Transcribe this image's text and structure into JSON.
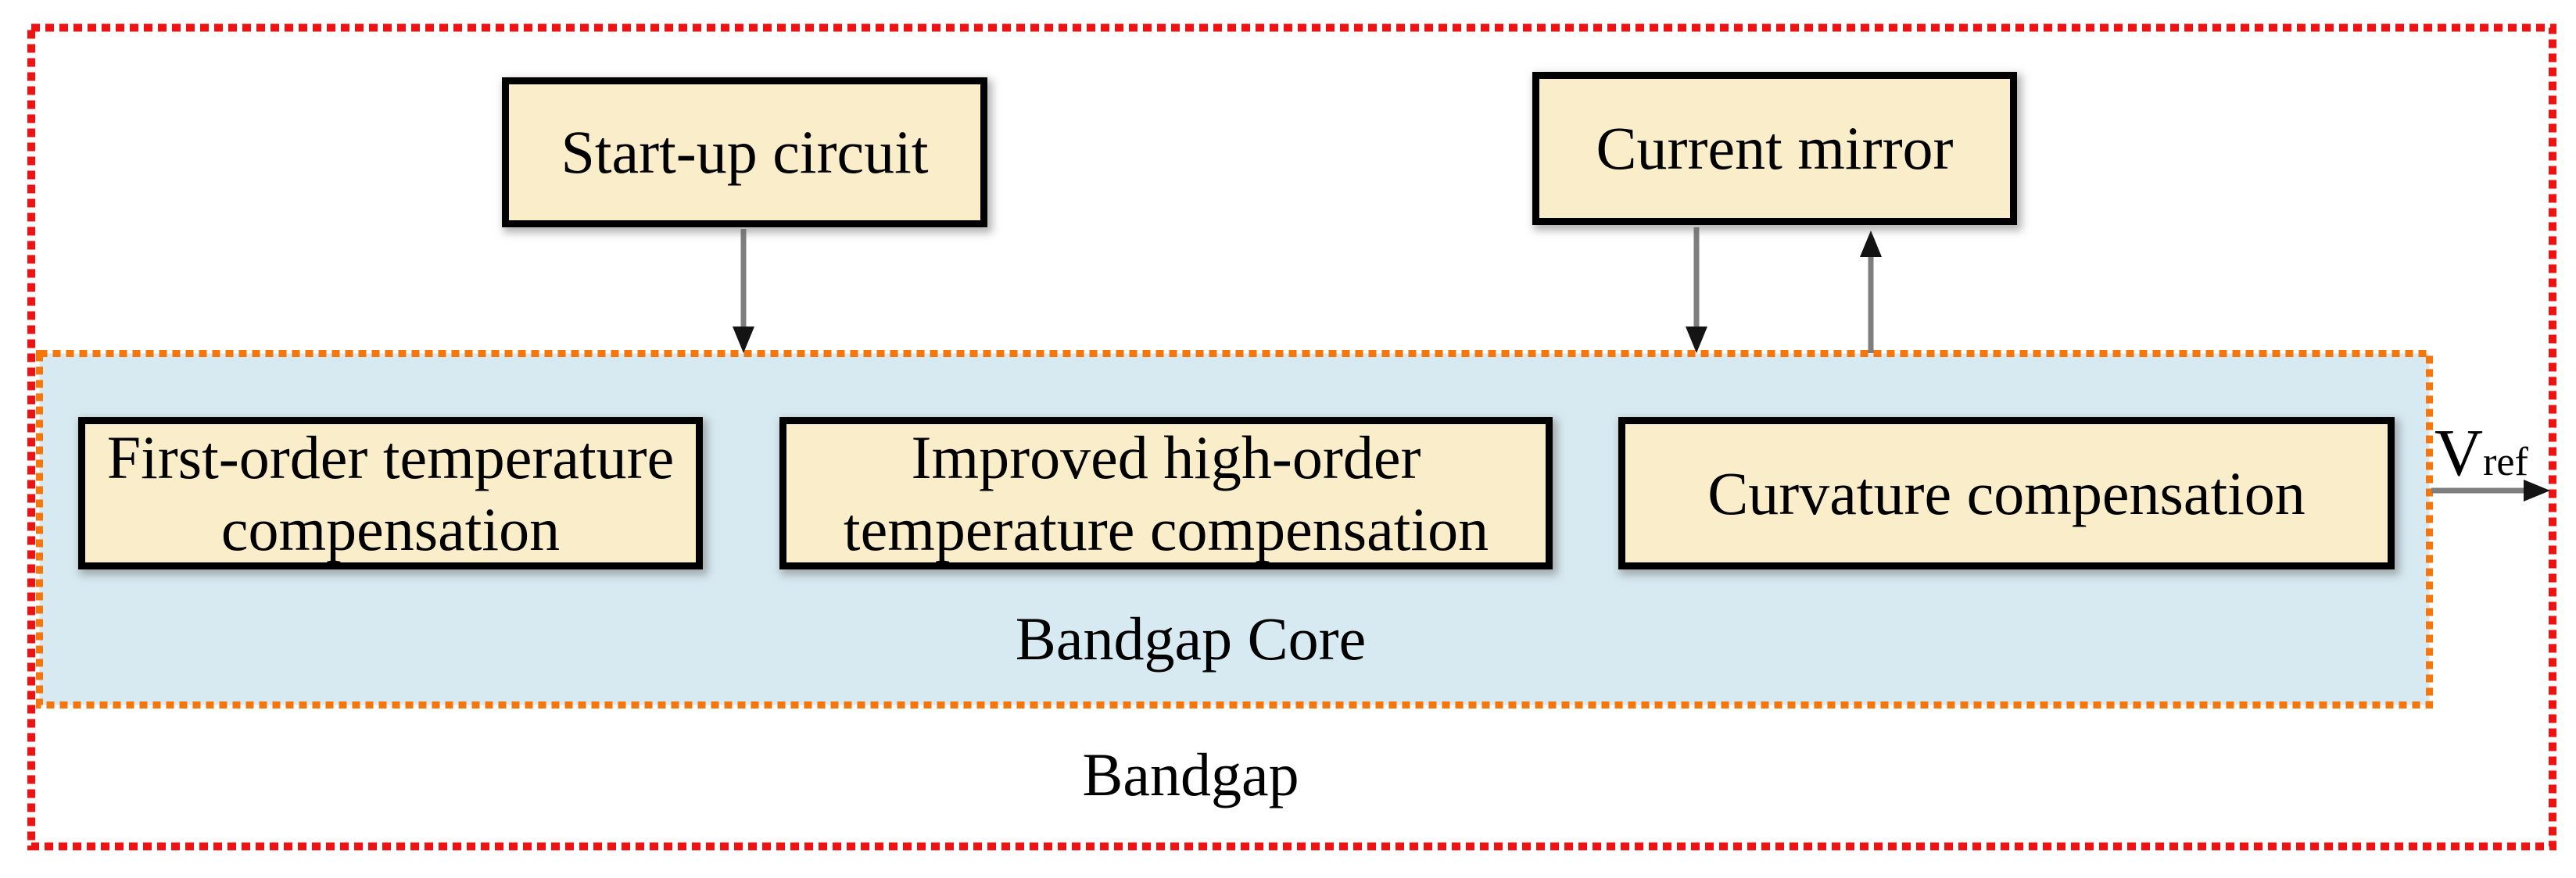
{
  "diagram": {
    "type": "block-diagram",
    "subject": "Bandgap voltage reference architecture"
  },
  "blocks": {
    "startup": {
      "label": "Start-up circuit"
    },
    "current_mirror": {
      "label": "Current mirror"
    },
    "first_order": {
      "label": "First-order temperature\ncompensation"
    },
    "high_order": {
      "label": "Improved high-order\ntemperature compensation"
    },
    "curvature": {
      "label": "Curvature compensation"
    }
  },
  "containers": {
    "core": {
      "label": "Bandgap Core"
    },
    "outer": {
      "label": "Bandgap"
    }
  },
  "output": {
    "symbol": "V",
    "subscript": "ref"
  },
  "connections": [
    {
      "from": "startup",
      "to": "bandgap-core",
      "direction": "down"
    },
    {
      "from": "current_mirror",
      "to": "bandgap-core",
      "direction": "down"
    },
    {
      "from": "bandgap-core",
      "to": "current_mirror",
      "direction": "up"
    },
    {
      "from": "bandgap-core",
      "to": "vref-output",
      "direction": "right"
    }
  ],
  "colors": {
    "outer_border": "#EE1212",
    "core_border": "#F5760B",
    "core_fill": "#D7E9F1",
    "block_fill": "#FAEECA",
    "block_border": "#000000",
    "arrow_shaft": "#7E7E7E",
    "arrow_head": "#141414",
    "text": "#000000",
    "background": "#FFFFFF"
  }
}
